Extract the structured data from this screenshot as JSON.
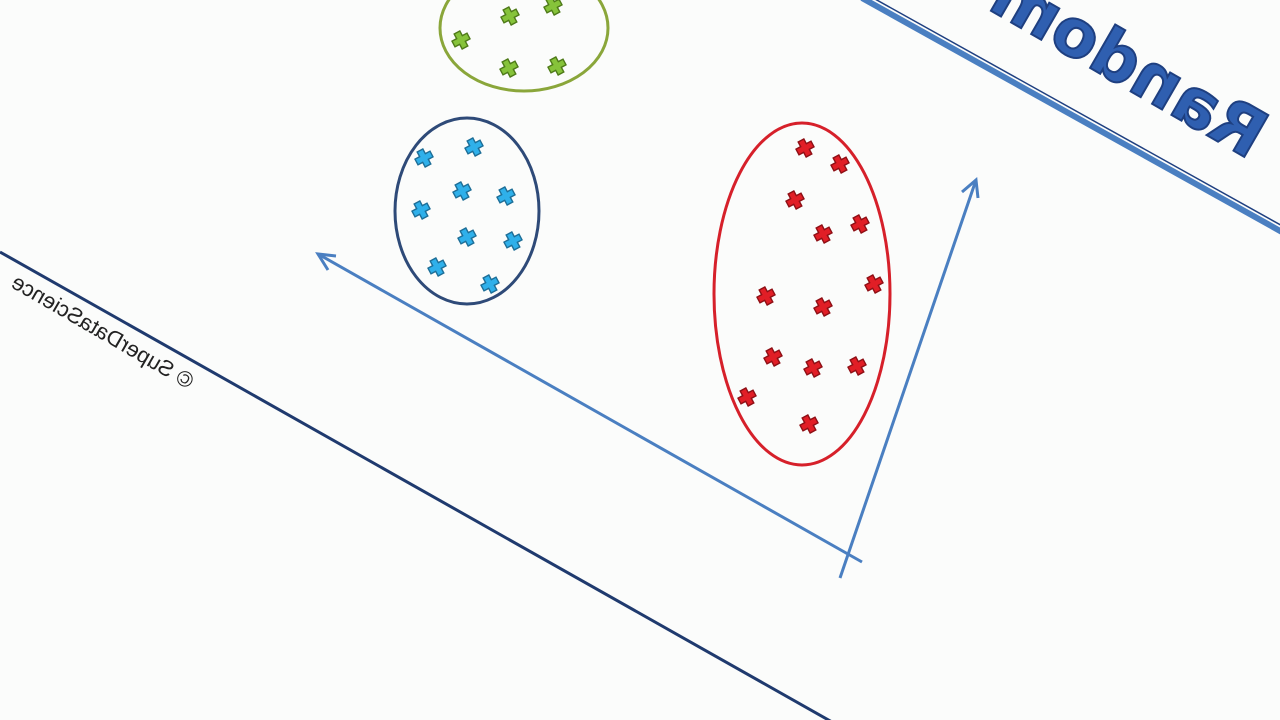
{
  "slide": {
    "title": "Random",
    "copyright": "© SuperDataScience"
  },
  "colors": {
    "background": "#fbfcfb",
    "axis": "#4a7fc1",
    "divider": "#1f3a6e",
    "title_text": "#2f5fb0",
    "title_outline": "#1e3f80",
    "copyright_text": "#222222",
    "clusters": [
      {
        "name": "green",
        "ring": "#8aa63a",
        "mark": "#86c33a",
        "mark_edge": "#4e7a18"
      },
      {
        "name": "blue",
        "ring": "#2e4a78",
        "mark": "#2fb0ea",
        "mark_edge": "#1d6e97"
      },
      {
        "name": "red",
        "ring": "#d6202a",
        "mark": "#e11e26",
        "mark_edge": "#8e0f15"
      }
    ]
  },
  "chart_data": {
    "type": "scatter",
    "mirrored": true,
    "clusters": [
      {
        "color": "green",
        "points": [
          [
            510,
            16
          ],
          [
            553,
            6
          ],
          [
            461,
            40
          ],
          [
            509,
            68
          ],
          [
            557,
            66
          ]
        ]
      },
      {
        "color": "blue",
        "points": [
          [
            424,
            158
          ],
          [
            474,
            147
          ],
          [
            462,
            191
          ],
          [
            506,
            196
          ],
          [
            421,
            210
          ],
          [
            467,
            237
          ],
          [
            513,
            241
          ],
          [
            437,
            267
          ],
          [
            490,
            284
          ]
        ]
      },
      {
        "color": "red",
        "points": [
          [
            805,
            148
          ],
          [
            840,
            164
          ],
          [
            795,
            200
          ],
          [
            860,
            224
          ],
          [
            823,
            234
          ],
          [
            874,
            284
          ],
          [
            766,
            296
          ],
          [
            823,
            307
          ],
          [
            773,
            357
          ],
          [
            813,
            368
          ],
          [
            857,
            366
          ],
          [
            747,
            397
          ],
          [
            809,
            424
          ]
        ]
      }
    ]
  }
}
